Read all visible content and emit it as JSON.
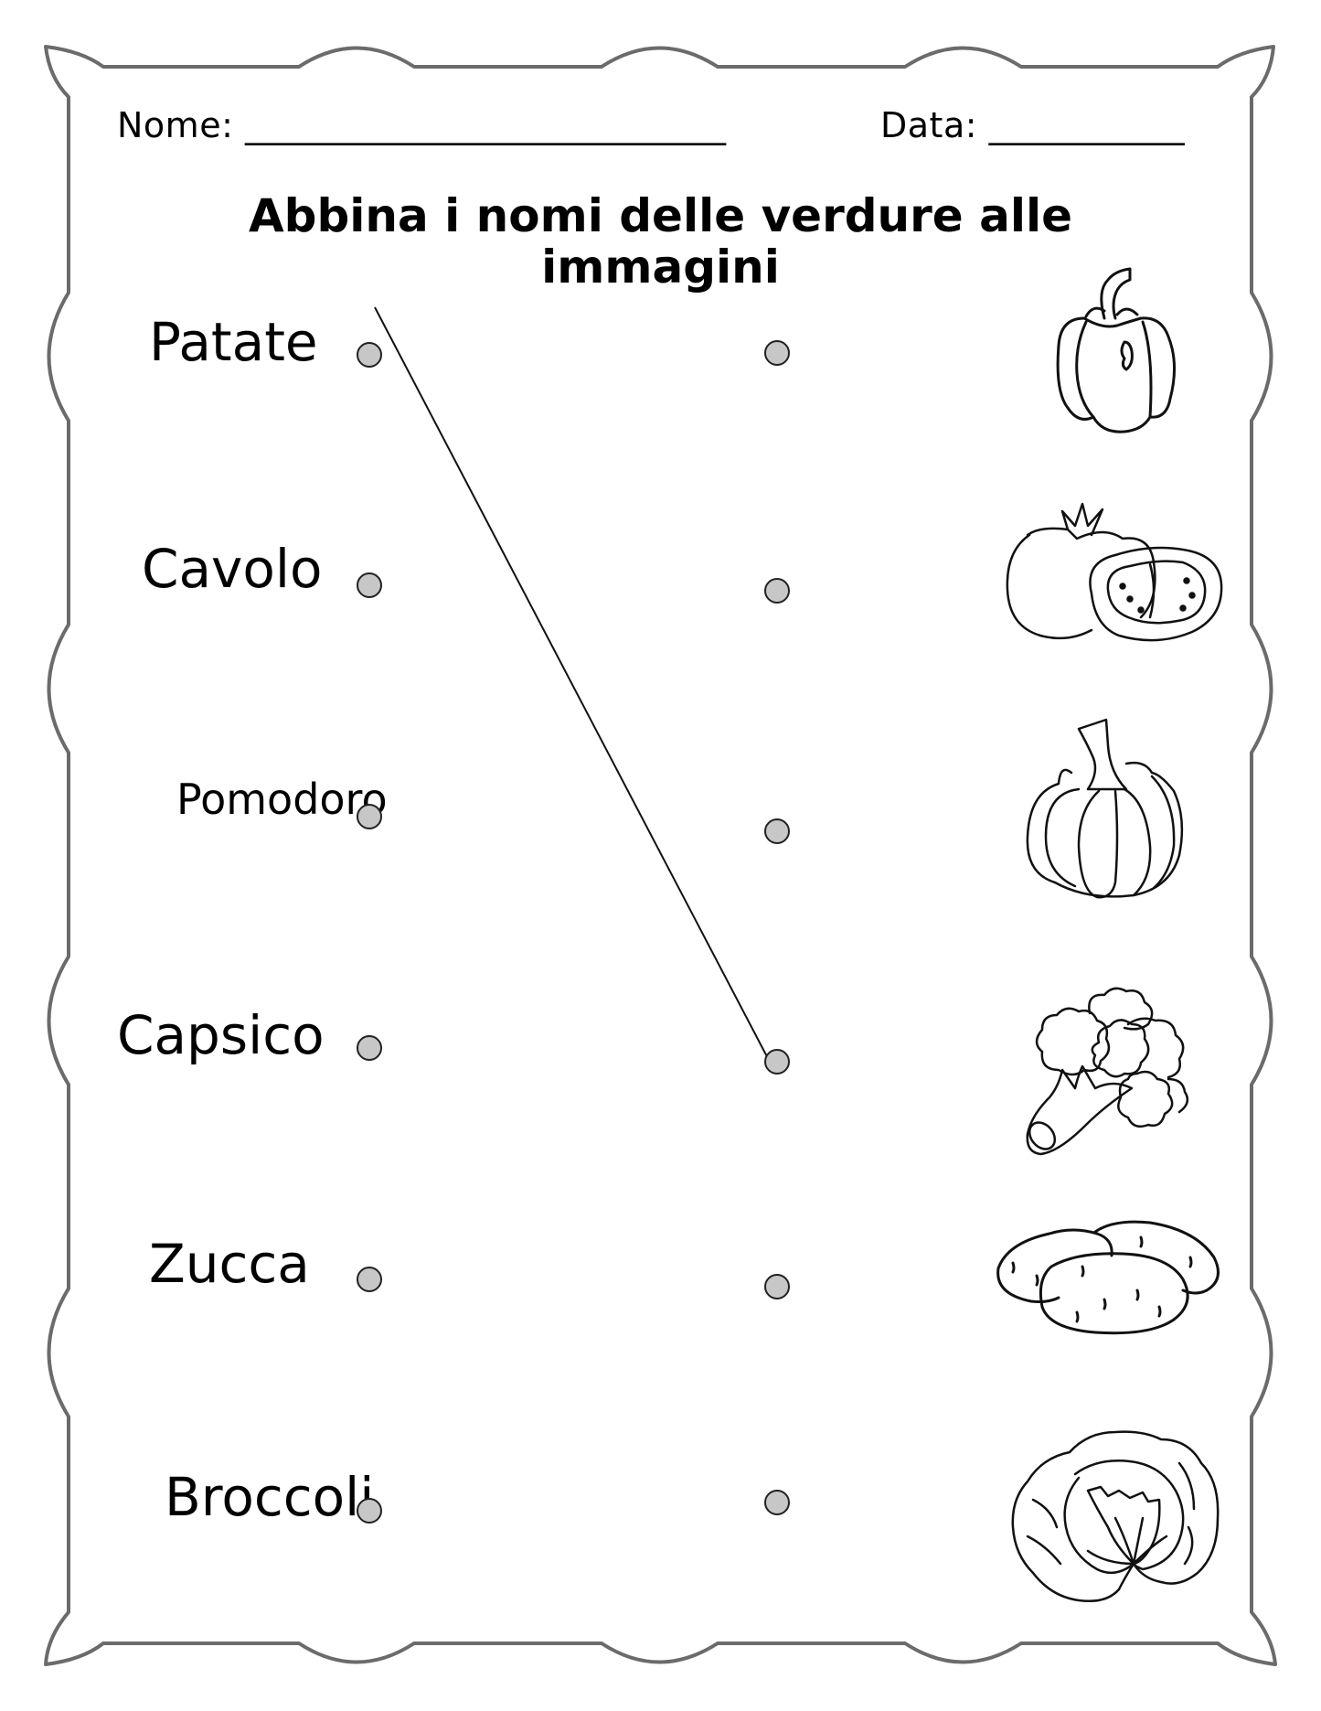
{
  "worksheet": {
    "header": {
      "name_label": "Nome:",
      "name_blank": "___________________________",
      "date_label": "Data:",
      "date_blank": "___________"
    },
    "title_line1": "Abbina i nomi delle verdure alle",
    "title_line2": "immagini",
    "words": [
      {
        "label": "Patate"
      },
      {
        "label": "Cavolo"
      },
      {
        "label": "Pomodoro"
      },
      {
        "label": "Capsico"
      },
      {
        "label": "Zucca"
      },
      {
        "label": "Broccoli"
      }
    ],
    "pictures": [
      {
        "icon": "bell-pepper-icon"
      },
      {
        "icon": "tomato-icon"
      },
      {
        "icon": "pumpkin-icon"
      },
      {
        "icon": "broccoli-icon"
      },
      {
        "icon": "potatoes-icon"
      },
      {
        "icon": "cabbage-icon"
      }
    ],
    "connections": [
      {
        "from_word": "Patate",
        "to_picture": "potatoes-icon"
      }
    ],
    "colors": {
      "border": "#6b6b6b",
      "dot_fill": "#c7c7c7",
      "dot_stroke": "#222222",
      "ink": "#000000"
    }
  }
}
